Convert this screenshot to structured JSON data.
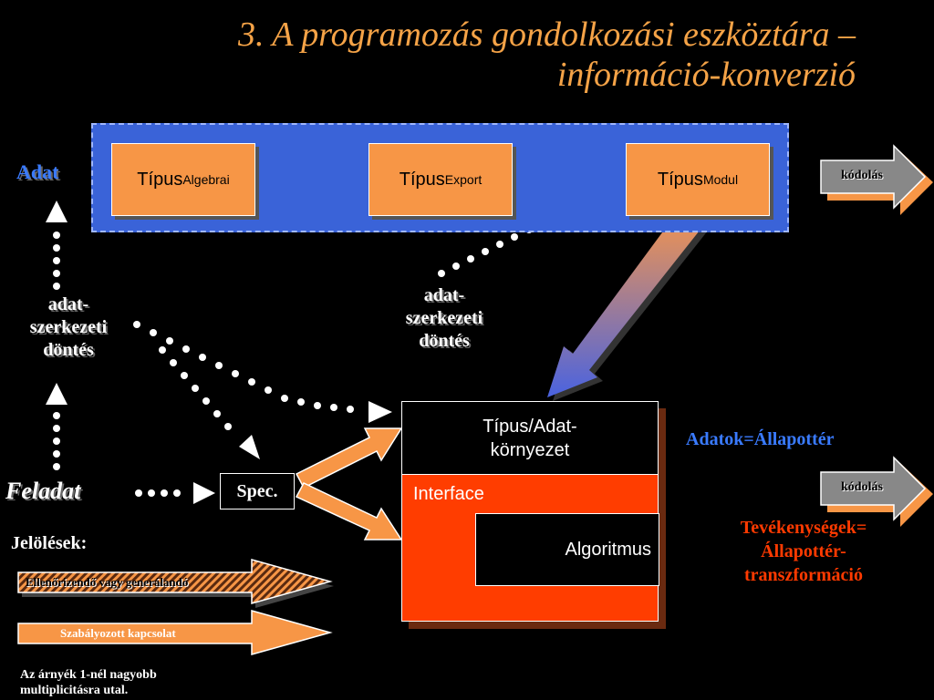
{
  "title": {
    "line1": "3. A programozás gondolkozási eszköztára –",
    "line2": "információ-konverzió"
  },
  "types": {
    "algebrai": {
      "base": "Típus",
      "sub": "Algebrai"
    },
    "export": {
      "base": "Típus",
      "sub": "Export"
    },
    "modul": {
      "base": "Típus",
      "sub": "Modul"
    }
  },
  "labels": {
    "adat": "Adat",
    "left_decision": [
      "adat-",
      "szerkezeti",
      "döntés"
    ],
    "center_decision": [
      "adat-",
      "szerkezeti",
      "döntés"
    ],
    "feladat": "Feladat",
    "spec": "Spec.",
    "kodolas_top": "kódolás",
    "kodolas_mid": "kódolás",
    "adatok": "Adatok=Állapottér",
    "tevekenysegek": [
      "Tevékenységek=",
      "Állapottér-",
      "transzformáció"
    ]
  },
  "environment": {
    "top": [
      "Típus/Adat-",
      "környezet"
    ],
    "interface": "Interface",
    "algoritmus": "Algoritmus"
  },
  "legend": {
    "heading": "Jelölések:",
    "hatched": "Ellenőrizendő vagy generálandó",
    "solid": "Szabályozott kapcsolat",
    "note": [
      "Az árnyék 1-nél nagyobb",
      "multiplicitásra utal."
    ]
  },
  "colors": {
    "orange": "#f79646",
    "blue_panel": "#3a63d8",
    "red": "#ff3d00",
    "title": "#f5a347"
  }
}
